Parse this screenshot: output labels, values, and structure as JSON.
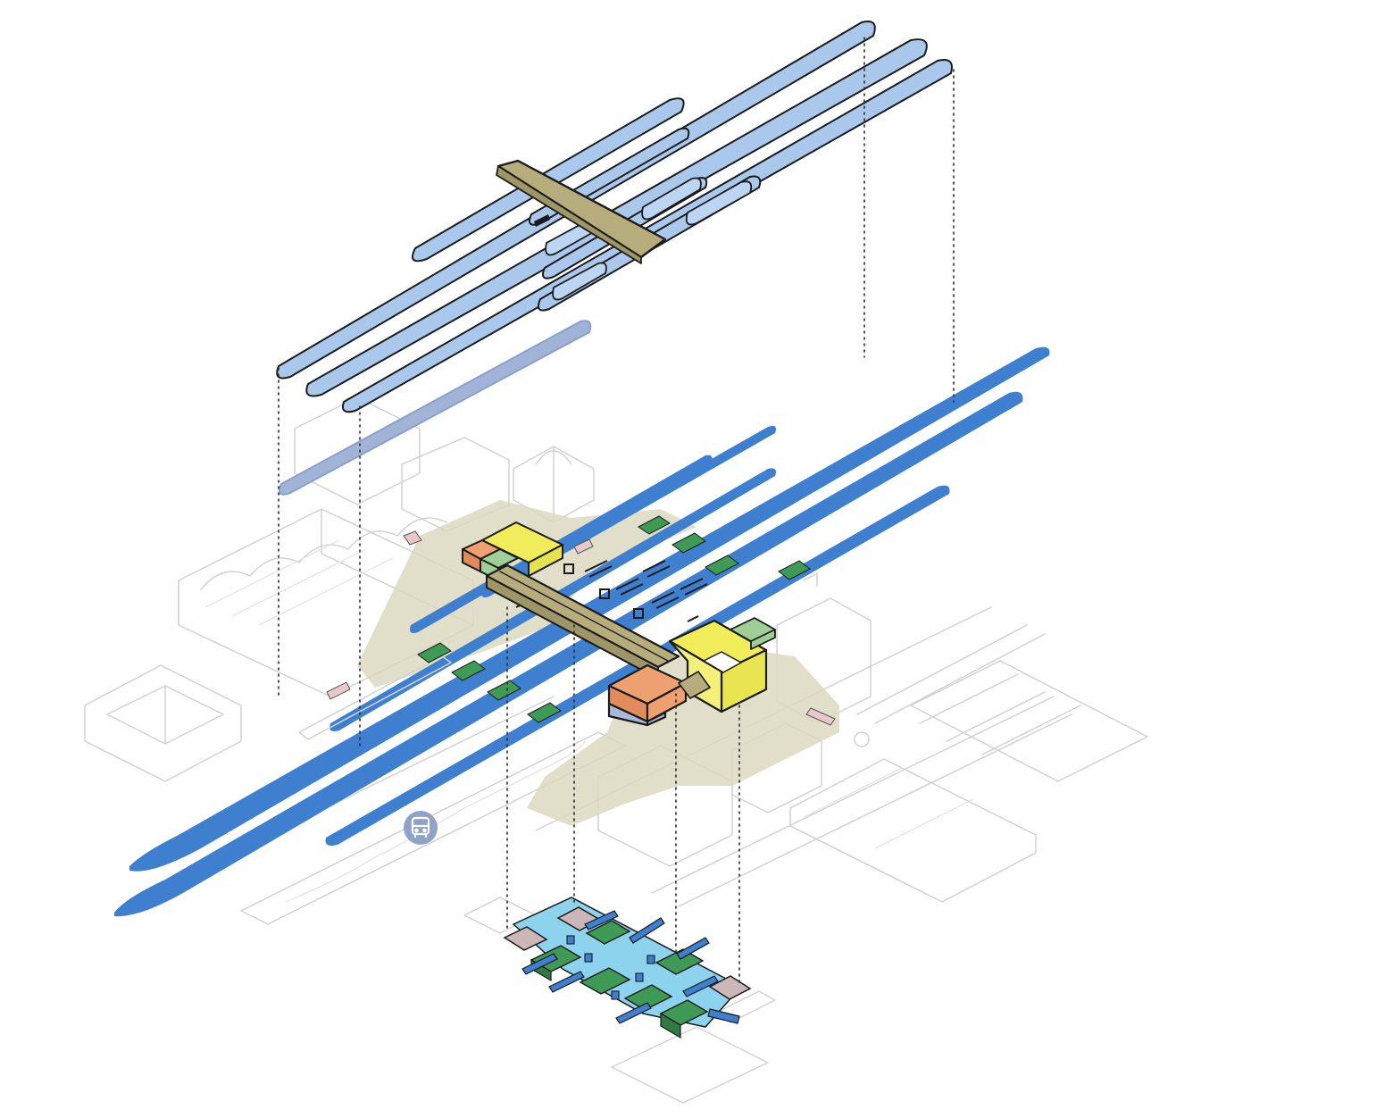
{
  "colors": {
    "canopy_light": "#a9c8ec",
    "canopy_dark": "#7fa6d6",
    "track_blue": "#3f7fd0",
    "bridge_tan": "#b7ad7c",
    "plaza_beige": "#dcd8bf",
    "block_yellow": "#f0ec5a",
    "block_orange": "#eea071",
    "shelter_green": "#3f9a55",
    "shelter_green_light": "#9fcf96",
    "concourse_cyan": "#8ed3ee",
    "concourse_mauve": "#cbb6b8",
    "lift_gray": "#a9b8d6",
    "context_gray": "#d2d2d2",
    "ink": "#1b1b1b",
    "bus_badge": "#8fa3c7"
  },
  "icons": {
    "bus_stop": "bus-icon"
  },
  "layers": [
    "canopy-roofs",
    "ground-level-tracks",
    "underground-concourse"
  ]
}
